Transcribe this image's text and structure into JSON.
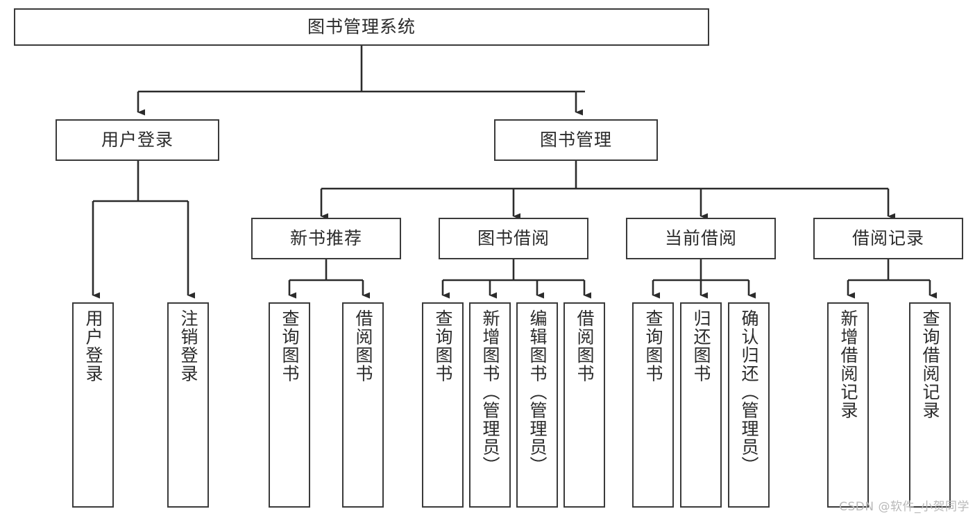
{
  "diagram": {
    "type": "tree",
    "title": "图书管理系统",
    "orientation": "top-down",
    "colors": {
      "box_border": "#3a3a3a",
      "box_fill": "#ffffff",
      "edge": "#2b2b2b",
      "text": "#2b2b2b",
      "watermark": "#b9b9b9",
      "background": "#ffffff"
    },
    "root": {
      "label": "图书管理系统"
    },
    "level2": [
      {
        "label": "用户登录"
      },
      {
        "label": "图书管理"
      }
    ],
    "level3": [
      {
        "label": "新书推荐"
      },
      {
        "label": "图书借阅"
      },
      {
        "label": "当前借阅"
      },
      {
        "label": "借阅记录"
      }
    ],
    "leaves": {
      "user_login": [
        {
          "label": "用户登录"
        },
        {
          "label": "注销登录"
        }
      ],
      "new_book": [
        {
          "label": "查询图书"
        },
        {
          "label": "借阅图书"
        }
      ],
      "book_borrow": [
        {
          "label": "查询图书"
        },
        {
          "label": "新增图书（管理员）"
        },
        {
          "label": "编辑图书（管理员）"
        },
        {
          "label": "借阅图书"
        }
      ],
      "current_borrow": [
        {
          "label": "查询图书"
        },
        {
          "label": "归还图书"
        },
        {
          "label": "确认归还（管理员）"
        }
      ],
      "borrow_record": [
        {
          "label": "新增借阅记录"
        },
        {
          "label": "查询借阅记录"
        }
      ]
    }
  },
  "watermark": {
    "text": "CSDN @软件_小贺同学"
  }
}
